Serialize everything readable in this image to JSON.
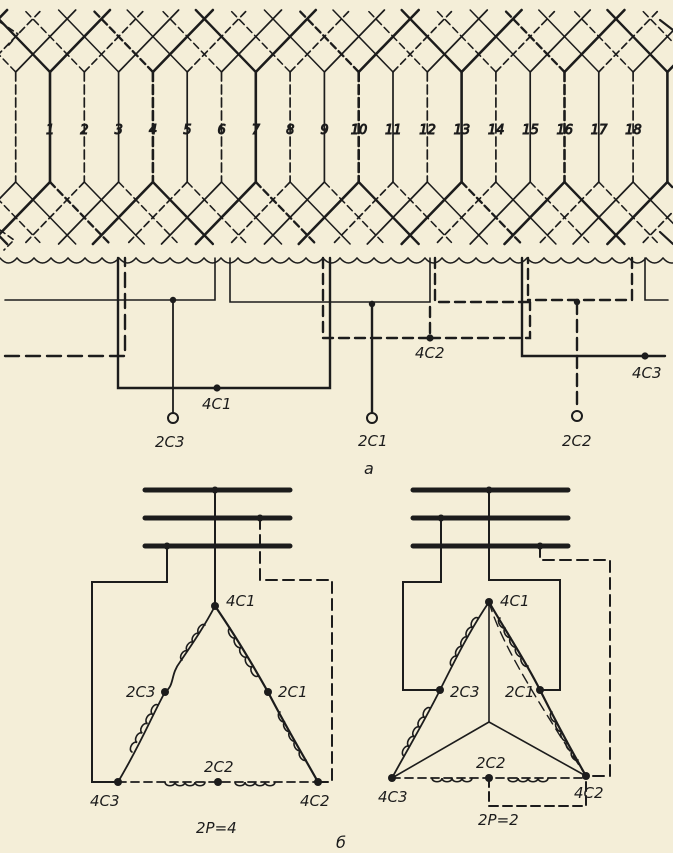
{
  "slot_numbers": [
    "1",
    "2",
    "3",
    "4",
    "5",
    "6",
    "7",
    "8",
    "9",
    "10",
    "11",
    "12",
    "13",
    "14",
    "15",
    "16",
    "17",
    "18"
  ],
  "top_labels": {
    "c1_4": "4C1",
    "c2_4": "4C2",
    "c3_4": "4C3",
    "c3_2": "2C3",
    "c1_2": "2C1",
    "c2_2": "2C2"
  },
  "caption_a": "а",
  "caption_b": "б",
  "left_diagram": {
    "top": "4C1",
    "left_mid": "2C3",
    "right_mid": "2C1",
    "bottom_mid": "2C2",
    "bottom_left": "4C3",
    "bottom_right": "4C2",
    "caption": "2P=4"
  },
  "right_diagram": {
    "top": "4C1",
    "left_mid": "2C3",
    "right_mid": "2C1",
    "bottom_mid": "2C2",
    "bottom_left": "4C3",
    "bottom_right": "4C2",
    "caption": "2P=2"
  },
  "colors": {
    "ink": "#1c1c1c",
    "paper": "#f4eed8"
  }
}
